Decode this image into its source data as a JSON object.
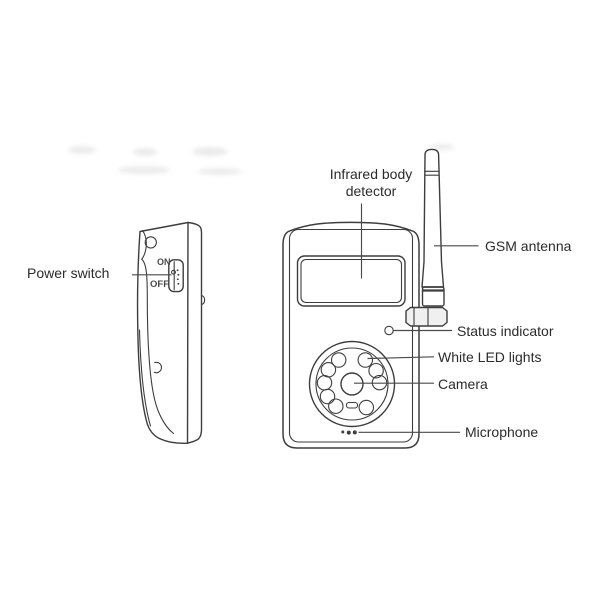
{
  "callouts": {
    "power_switch": "Power switch",
    "infrared_line1": "Infrared body",
    "infrared_line2": "detector",
    "gsm_antenna": "GSM antenna",
    "status_indicator": "Status indicator",
    "white_led_lights": "White LED lights",
    "camera": "Camera",
    "microphone": "Microphone"
  },
  "side_view_switch": {
    "on": "ON",
    "off": "OFF"
  },
  "colors": {
    "line": "#3d3d3d",
    "leader": "#4a4a4a",
    "text": "#2b2b2b",
    "background": "#ffffff"
  }
}
